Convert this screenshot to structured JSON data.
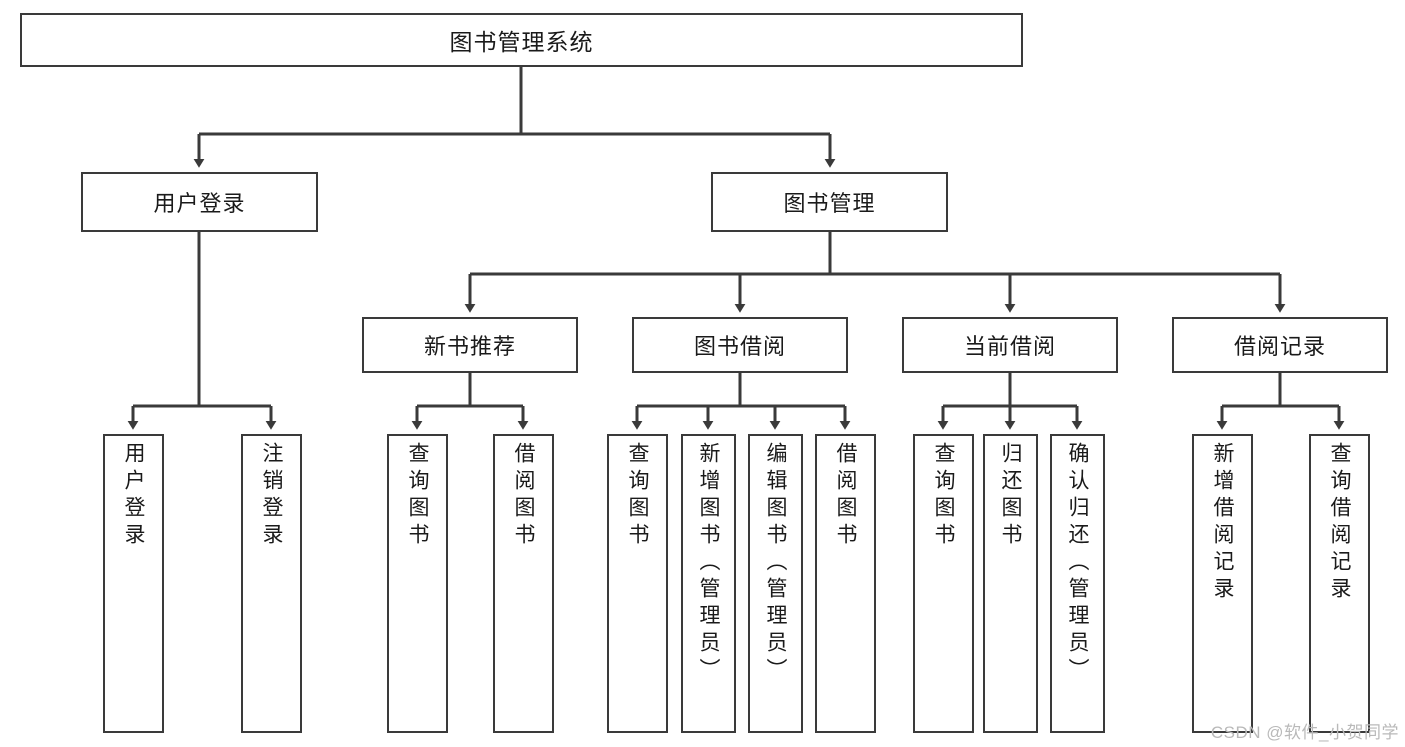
{
  "diagram": {
    "title": "图书管理系统",
    "type": "tree-hierarchy",
    "watermark": "CSDN @软件_小贺同学",
    "colors": {
      "box_border": "#3a3a3a",
      "box_fill": "#ffffff",
      "edge": "#3a3a3a",
      "text": "#1a1a1a",
      "watermark": "#b9b9b9"
    },
    "levels": {
      "level1": [
        {
          "id": "root",
          "label": "图书管理系统"
        }
      ],
      "level2": [
        {
          "id": "user-login",
          "label": "用户登录",
          "parent": "root"
        },
        {
          "id": "book-manage",
          "label": "图书管理",
          "parent": "root"
        }
      ],
      "level3": [
        {
          "id": "new-book-rec",
          "label": "新书推荐",
          "parent": "book-manage"
        },
        {
          "id": "book-borrow",
          "label": "图书借阅",
          "parent": "book-manage"
        },
        {
          "id": "current-borrow",
          "label": "当前借阅",
          "parent": "book-manage"
        },
        {
          "id": "borrow-record",
          "label": "借阅记录",
          "parent": "book-manage"
        }
      ],
      "leaves": [
        {
          "id": "leaf-user-login",
          "label": "用户登录",
          "parent": "user-login"
        },
        {
          "id": "leaf-logout",
          "label": "注销登录",
          "parent": "user-login"
        },
        {
          "id": "leaf-rec-query-book",
          "label": "查询图书",
          "parent": "new-book-rec"
        },
        {
          "id": "leaf-rec-borrow-book",
          "label": "借阅图书",
          "parent": "new-book-rec"
        },
        {
          "id": "leaf-borrow-query-book",
          "label": "查询图书",
          "parent": "book-borrow"
        },
        {
          "id": "leaf-add-book",
          "label": "新增图书（管理员）",
          "parent": "book-borrow"
        },
        {
          "id": "leaf-edit-book",
          "label": "编辑图书（管理员）",
          "parent": "book-borrow"
        },
        {
          "id": "leaf-borrow-book",
          "label": "借阅图书",
          "parent": "book-borrow"
        },
        {
          "id": "leaf-cur-query-book",
          "label": "查询图书",
          "parent": "current-borrow"
        },
        {
          "id": "leaf-return-book",
          "label": "归还图书",
          "parent": "current-borrow"
        },
        {
          "id": "leaf-confirm-return",
          "label": "确认归还（管理员）",
          "parent": "current-borrow"
        },
        {
          "id": "leaf-add-record",
          "label": "新增借阅记录",
          "parent": "borrow-record"
        },
        {
          "id": "leaf-query-record",
          "label": "查询借阅记录",
          "parent": "borrow-record"
        }
      ]
    }
  }
}
